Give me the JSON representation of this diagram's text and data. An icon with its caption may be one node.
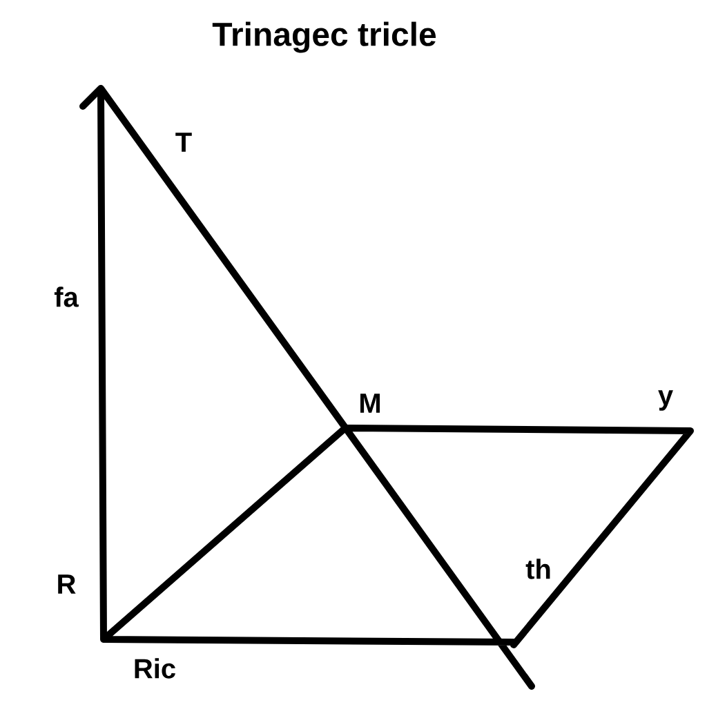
{
  "diagram": {
    "title": "Trinagec tricle",
    "labels": [
      "T",
      "fa",
      "M",
      "y",
      "R",
      "th",
      "Ric"
    ]
  }
}
